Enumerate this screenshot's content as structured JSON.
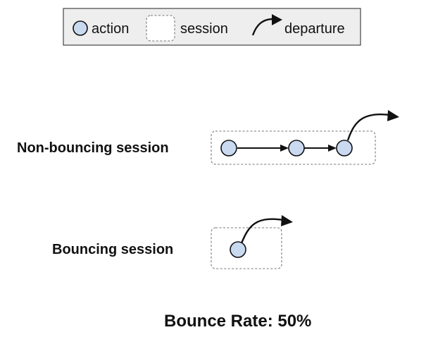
{
  "legend": {
    "action_label": "action",
    "session_label": "session",
    "departure_label": "departure"
  },
  "sessions": [
    {
      "label": "Non-bouncing session",
      "actions": 3,
      "departs": true
    },
    {
      "label": "Bouncing session",
      "actions": 1,
      "departs": true
    }
  ],
  "summary": {
    "text": "Bounce Rate: 50%"
  },
  "colors": {
    "action_fill": "#c9d9f0",
    "legend_background": "#eeeeee",
    "outline": "#111111"
  }
}
